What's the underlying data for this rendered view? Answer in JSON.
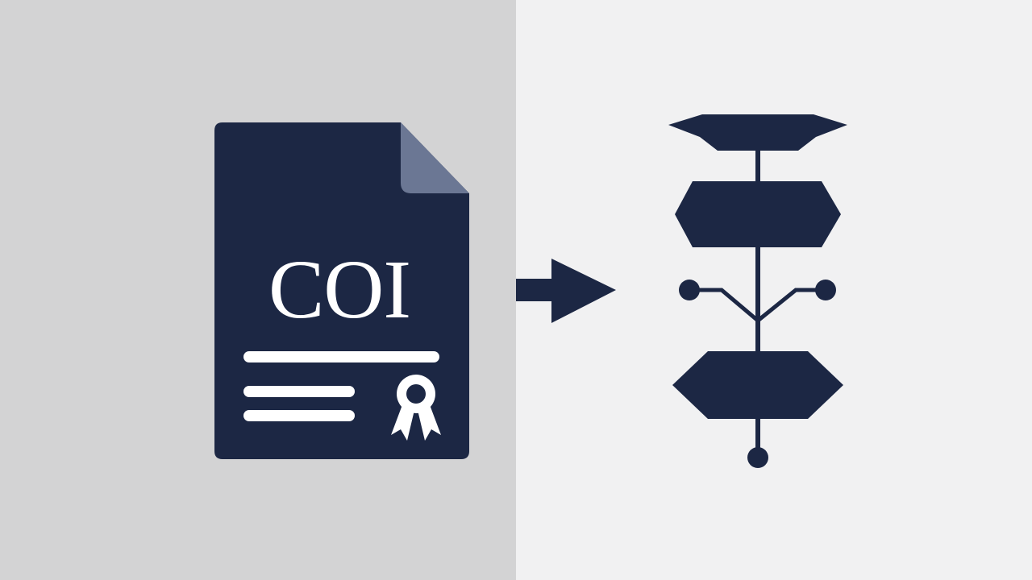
{
  "colors": {
    "left_background": "#d3d3d4",
    "right_background": "#f1f1f2",
    "navy": "#1c2744",
    "fold": "#6b7794",
    "white": "#ffffff"
  },
  "document": {
    "title": "COI",
    "icon": "certificate-document-icon",
    "badge_icon": "award-ribbon-icon"
  },
  "arrow": {
    "icon": "arrow-right-icon"
  },
  "flowchart": {
    "icon": "flowchart-icon",
    "nodes": [
      "top-node",
      "second-node",
      "branch",
      "third-node",
      "terminal-point"
    ]
  }
}
